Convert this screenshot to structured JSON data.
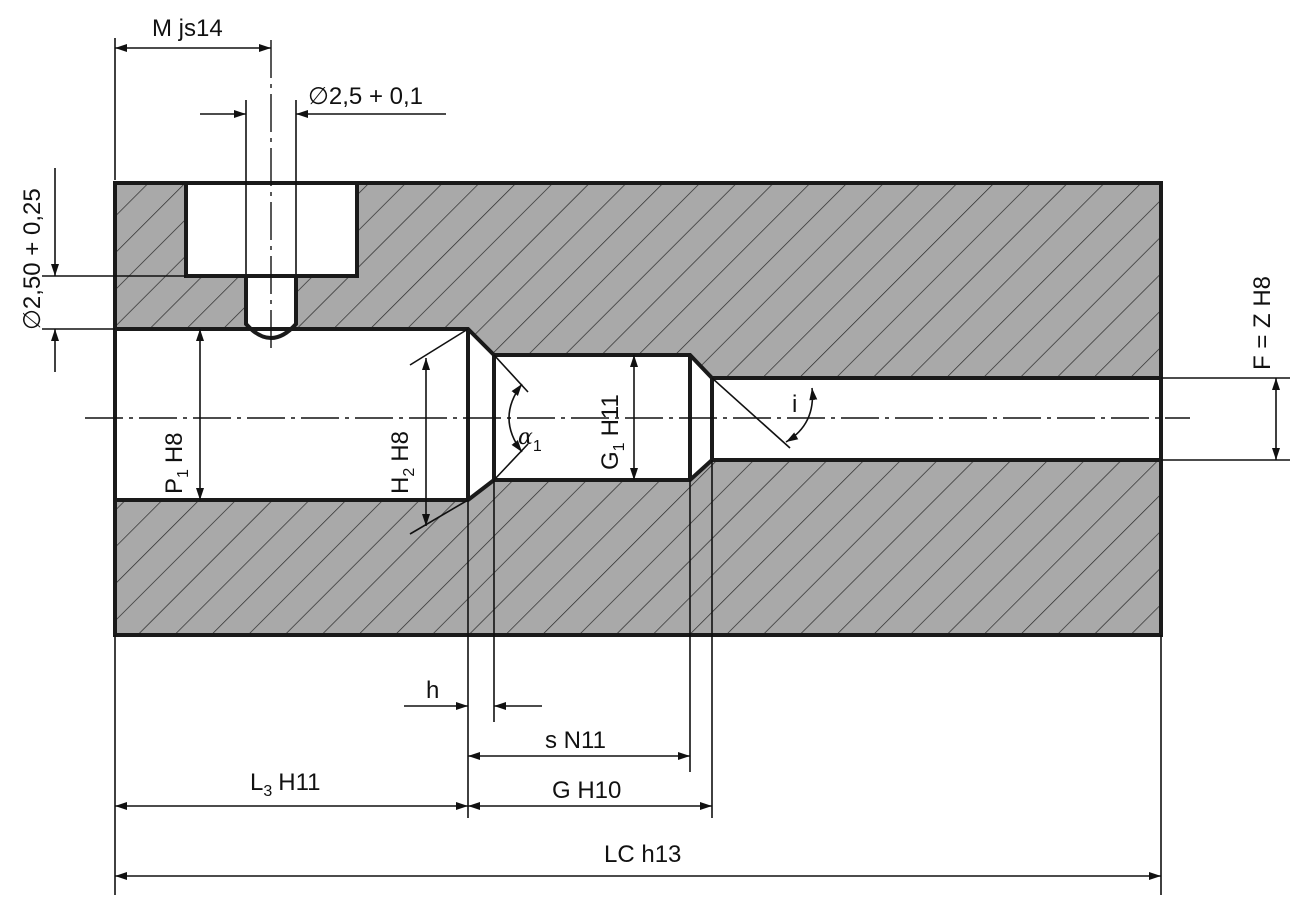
{
  "labels": {
    "m": "M js14",
    "d25": "∅2,5 + 0,1",
    "d250": "∅2,50 + 0,25",
    "fz": "F = Z H8",
    "p1_main": "P",
    "p1_sub": "1",
    "p1_tol": "H8",
    "h2_main": "H",
    "h2_sub": "2",
    "h2_tol": "H8",
    "g1_main": "G",
    "g1_sub": "1",
    "g1_tol": "H11",
    "alpha_main": "α",
    "alpha_sub": "1",
    "i": "i",
    "h": "h",
    "s": "s N11",
    "l3_main": "L",
    "l3_sub": "3",
    "l3_tol": "H11",
    "g": "G H10",
    "lc": "LC h13"
  },
  "colors": {
    "section_fill": "#a9a9a9",
    "hatch": "#2a2a2a",
    "line": "#111111"
  }
}
